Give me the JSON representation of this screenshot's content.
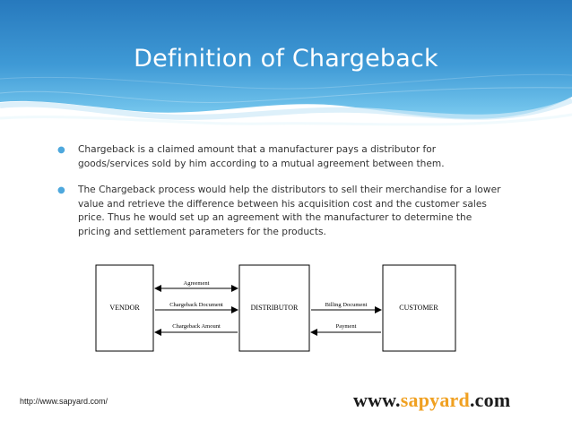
{
  "slide": {
    "title": "Definition of Chargeback",
    "bullets": [
      "Chargeback is a claimed amount that a manufacturer pays a distributor for goods/services sold by him according to a mutual agreement between them.",
      "The Chargeback process would help the distributors to sell their merchandise for a lower value and retrieve the difference between his acquisition cost and the customer sales price. Thus he would set up an agreement with the manufacturer to determine the pricing and settlement parameters for the products."
    ],
    "footer_url": "http://www.sapyard.com/",
    "brand": {
      "pre": "www.",
      "accent": "sapyard",
      "post": ".com"
    }
  },
  "diagram": {
    "nodes": {
      "vendor": "VENDOR",
      "distributor": "DISTRIBUTOR",
      "customer": "CUSTOMER"
    },
    "edges": {
      "agreement": "Agreement",
      "chargeback_document": "Chargeback Document",
      "chargeback_amount": "Chargeback Amount",
      "billing_document": "Billing Document",
      "payment": "Payment"
    }
  },
  "colors": {
    "header_top": "#2a7fc1",
    "header_bottom": "#72c6ee",
    "bullet_marker": "#4ea8dd",
    "brand_accent": "#f0a020"
  }
}
